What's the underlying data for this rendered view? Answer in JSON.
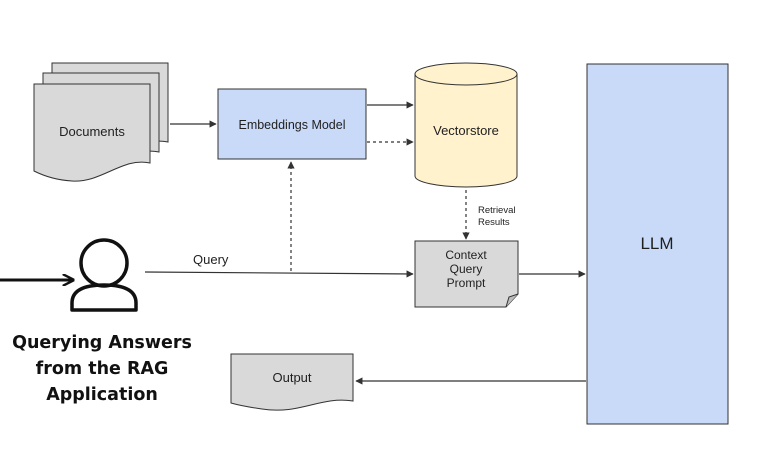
{
  "nodes": {
    "documents": "Documents",
    "embeddings_model": "Embeddings Model",
    "vectorstore": "Vectorstore",
    "retrieval_label": [
      "Retrieval",
      "Results"
    ],
    "prompt": [
      "Context",
      "Query",
      "Prompt"
    ],
    "llm": "LLM",
    "output": "Output",
    "query_label": "Query"
  },
  "caption": [
    "Querying Answers",
    "from the RAG",
    "Application"
  ],
  "colors": {
    "doc_fill": "#d9d9d9",
    "embeddings_fill": "#c9daf8",
    "vectorstore_fill": "#fff2cc",
    "llm_fill": "#c9daf8",
    "stroke": "#333333"
  },
  "icons": {
    "user": "user-icon"
  }
}
